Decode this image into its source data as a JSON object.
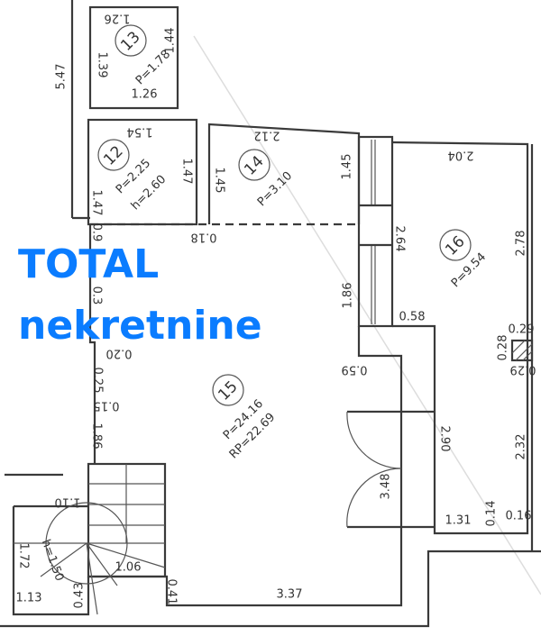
{
  "plan": {
    "rooms": [
      {
        "number": "13",
        "area": "P=1.78"
      },
      {
        "number": "12",
        "area": "P=2.25",
        "height": "h=2.60"
      },
      {
        "number": "14",
        "area": "P=3.10"
      },
      {
        "number": "15",
        "area": "P=24.16",
        "usable_area": "RP=22.69"
      },
      {
        "number": "16",
        "area": "P=9.54"
      }
    ],
    "dimensions": [
      "1.26",
      "1.39",
      "1.44",
      "1.26",
      "5.47",
      "1.54",
      "1.47",
      "1.47",
      "2.12",
      "1.45",
      "1.45",
      "0.18",
      "2.04",
      "2.64",
      "2.78",
      "1.86",
      "0.58",
      "0.29",
      "0.28",
      "0.29",
      "0.59",
      "2.90",
      "3.48",
      "2.32",
      "1.31",
      "0.14",
      "0.16",
      "0.20",
      "0.25",
      "0.15",
      "1.86",
      "1.10",
      "1.72",
      "h=1.50",
      "1.06",
      "0.43",
      "1.13",
      "0.41",
      "3.37",
      "0.9",
      "0.3"
    ]
  },
  "watermark": {
    "line1": "TOTAL",
    "line2": "nekretnine",
    "color": "#0a7cff"
  }
}
